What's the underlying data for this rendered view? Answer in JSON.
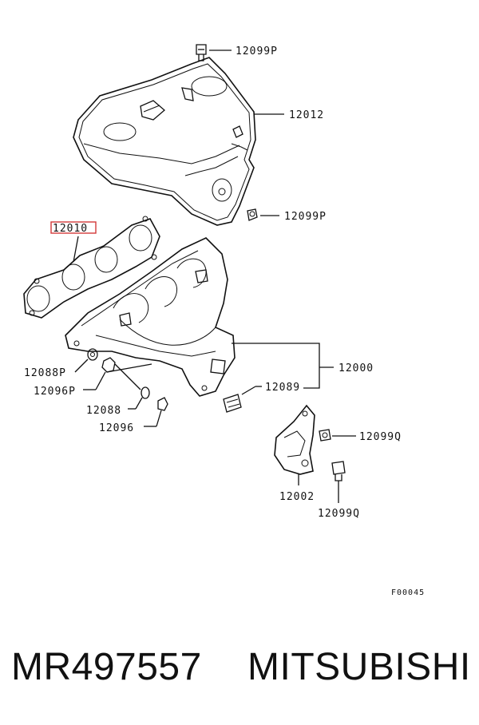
{
  "labels": {
    "p12099p_top": "12099P",
    "p12012": "12012",
    "p12099p_mid": "12099P",
    "p12010": "12010",
    "p12000": "12000",
    "p12088p": "12088P",
    "p12096p": "12096P",
    "p12089": "12089",
    "p12088": "12088",
    "p12096": "12096",
    "p12099q_right": "12099Q",
    "p12002": "12002",
    "p12099q_bottom": "12099Q",
    "diagram_code": "F00045"
  },
  "footer": {
    "part_number": "MR497557",
    "brand": "MITSUBISHI"
  },
  "colors": {
    "line": "#111111",
    "highlight": "#d33a3a",
    "background": "#ffffff"
  }
}
